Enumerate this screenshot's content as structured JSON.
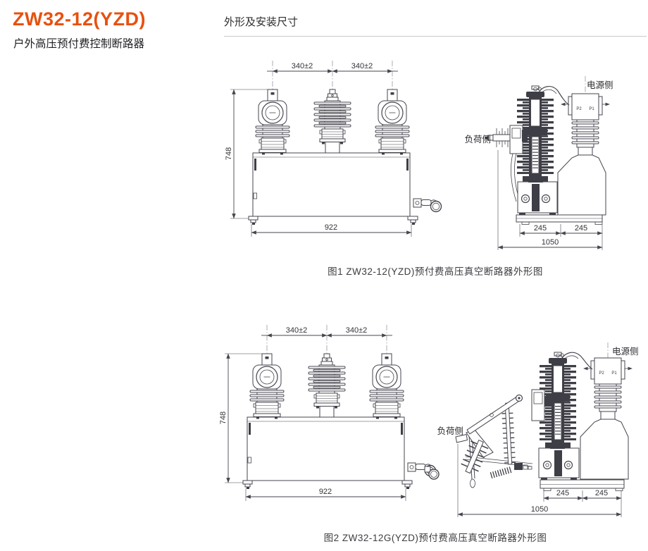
{
  "header": {
    "model": "ZW32-12(YZD)",
    "subtitle": "户外高压预付费控制断路器",
    "section_title": "外形及安装尺寸",
    "accent_color": "#e8500f"
  },
  "fig1": {
    "caption": "图1 ZW32-12(YZD)预付费高压真空断路器外形图",
    "dims": {
      "phase_left": "340±2",
      "phase_right": "340±2",
      "height": "748",
      "width": "922",
      "depth_front": "245",
      "depth_rear": "245",
      "depth_total": "1050"
    },
    "labels": {
      "source_side": "电源侧",
      "load_side": "负荷侧",
      "p2": "P2",
      "p1": "P1"
    }
  },
  "fig2": {
    "caption": "图2 ZW32-12G(YZD)预付费高压真空断路器外形图",
    "dims": {
      "phase_left": "340±2",
      "phase_right": "340±2",
      "height": "748",
      "width": "922",
      "depth_front": "245",
      "depth_rear": "245",
      "depth_total": "1050"
    },
    "labels": {
      "source_side": "电源侧",
      "load_side": "负荷侧",
      "p2": "P2",
      "p1": "P1"
    }
  }
}
